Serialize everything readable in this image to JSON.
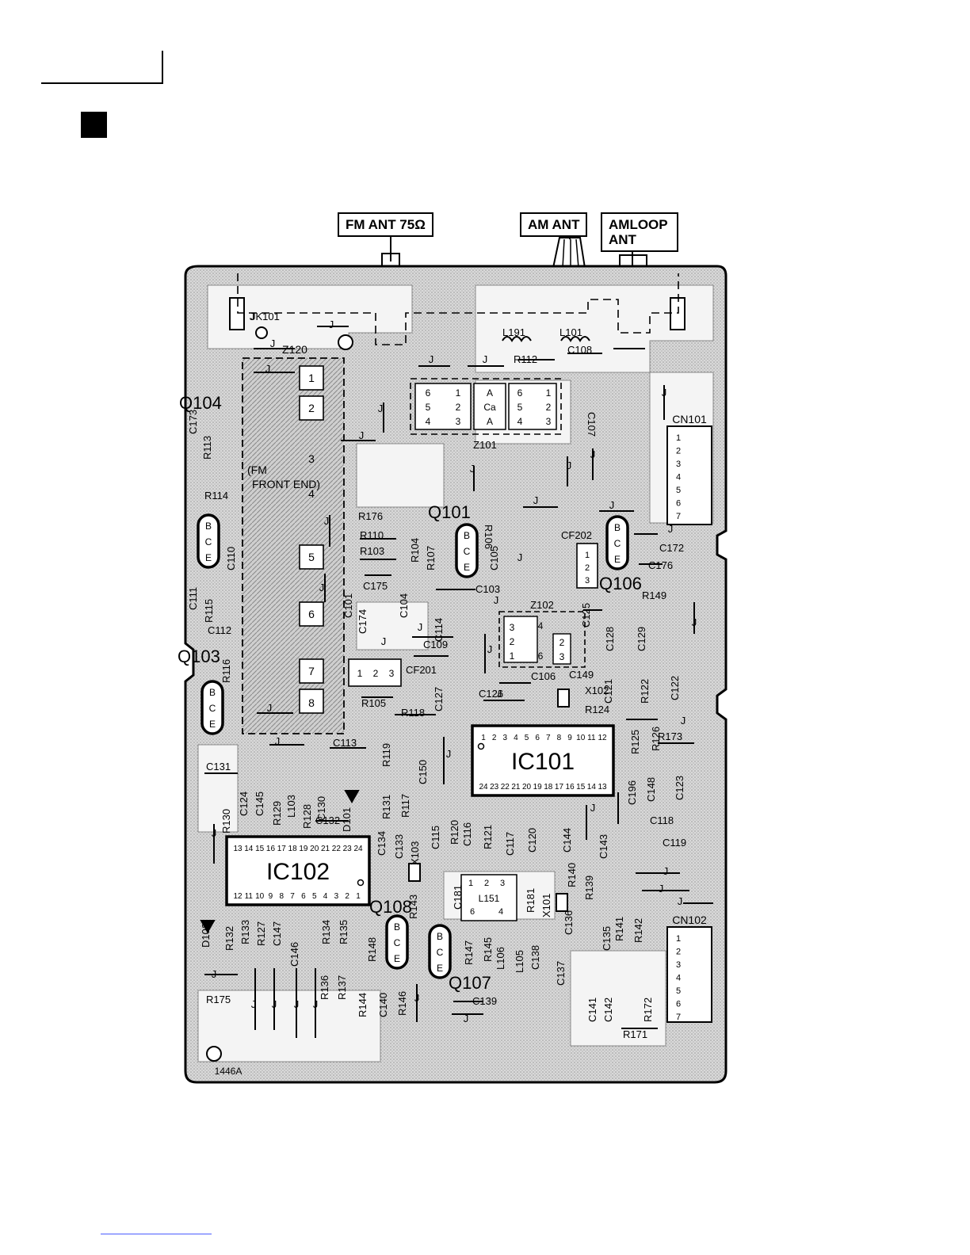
{
  "connectors": {
    "fm_ant": "FM ANT 75Ω",
    "am_ant": "AM ANT",
    "amloop_ant": "AMLOOP\nANT"
  },
  "board": {
    "board_number": "1446A",
    "transistors": [
      {
        "ref": "Q104",
        "pins": [
          "B",
          "C",
          "E"
        ]
      },
      {
        "ref": "Q103",
        "pins": [
          "B",
          "C",
          "E"
        ]
      },
      {
        "ref": "Q101",
        "pins": [
          "B",
          "C",
          "E"
        ]
      },
      {
        "ref": "Q106",
        "pins": [
          "B",
          "C",
          "E"
        ]
      },
      {
        "ref": "Q108",
        "pins": [
          "B",
          "C",
          "E"
        ]
      },
      {
        "ref": "Q107",
        "pins": [
          "B",
          "C",
          "E"
        ]
      }
    ],
    "ics": [
      {
        "ref": "IC101",
        "pins_top": [
          "1",
          "2",
          "3",
          "4",
          "5",
          "6",
          "7",
          "8",
          "9",
          "10",
          "11",
          "12"
        ],
        "pins_bottom": [
          "24",
          "23",
          "22",
          "21",
          "20",
          "19",
          "18",
          "17",
          "16",
          "15",
          "14",
          "13"
        ]
      },
      {
        "ref": "IC102",
        "pins_top": [
          "13",
          "14",
          "15",
          "16",
          "17",
          "18",
          "19",
          "20",
          "21",
          "22",
          "23",
          "24"
        ],
        "pins_bottom": [
          "12",
          "11",
          "10",
          "9",
          "8",
          "7",
          "6",
          "5",
          "4",
          "3",
          "2",
          "1"
        ]
      }
    ],
    "front_end": {
      "ref": "Z120",
      "label": "(FM\nFRONT END)",
      "pins": [
        "1",
        "2",
        "3",
        "4",
        "5",
        "6",
        "7",
        "8"
      ]
    },
    "cn101": {
      "ref": "CN101",
      "pins": [
        "1",
        "2",
        "3",
        "4",
        "5",
        "6",
        "7"
      ]
    },
    "cn102": {
      "ref": "CN102",
      "pins": [
        "1",
        "2",
        "3",
        "4",
        "5",
        "6",
        "7"
      ]
    },
    "z101": {
      "ref": "Z101",
      "cols": [
        [
          "6",
          "5",
          "4"
        ],
        [
          "1",
          "2",
          "3"
        ],
        [
          "A",
          "Ca",
          "A"
        ],
        [
          "6",
          "5",
          "4"
        ],
        [
          "1",
          "2",
          "3"
        ]
      ]
    },
    "z102": {
      "ref": "Z102"
    },
    "cf201": {
      "ref": "CF201",
      "pins": [
        "1",
        "2",
        "3"
      ]
    },
    "cf202": {
      "ref": "CF202",
      "pins": [
        "1",
        "2",
        "3"
      ]
    },
    "l151": {
      "ref": "L151"
    },
    "jumper": "J",
    "component_labels": [
      "JK101",
      "L191",
      "L101",
      "C108",
      "R112",
      "C107",
      "R113",
      "C173",
      "R114",
      "C110",
      "R115",
      "C111",
      "C112",
      "R116",
      "R176",
      "R110",
      "R103",
      "R104",
      "R107",
      "R106",
      "C105",
      "C175",
      "C101",
      "C174",
      "C104",
      "C103",
      "C114",
      "C109",
      "R105",
      "C127",
      "R118",
      "C126",
      "C106",
      "C149",
      "X102",
      "R124",
      "C125",
      "C128",
      "C129",
      "R149",
      "C172",
      "C176",
      "C121",
      "R122",
      "C122",
      "R125",
      "R126",
      "R173",
      "C113",
      "R119",
      "C131",
      "C124",
      "C145",
      "R130",
      "R129",
      "L103",
      "R128",
      "C130",
      "C132",
      "D101",
      "R131",
      "R117",
      "C150",
      "C196",
      "C148",
      "C123",
      "C134",
      "C133",
      "X103",
      "C115",
      "R120",
      "C116",
      "R121",
      "C117",
      "C120",
      "C144",
      "C143",
      "C118",
      "C119",
      "C181",
      "R181",
      "X101",
      "R140",
      "R139",
      "C136",
      "C135",
      "R141",
      "R142",
      "D102",
      "R132",
      "R133",
      "R127",
      "C147",
      "C146",
      "R134",
      "R135",
      "R148",
      "R143",
      "R147",
      "R145",
      "L106",
      "L105",
      "C138",
      "C137",
      "R136",
      "R137",
      "R175",
      "R144",
      "C140",
      "R146",
      "C139",
      "C141",
      "C142",
      "R172",
      "R171"
    ]
  }
}
